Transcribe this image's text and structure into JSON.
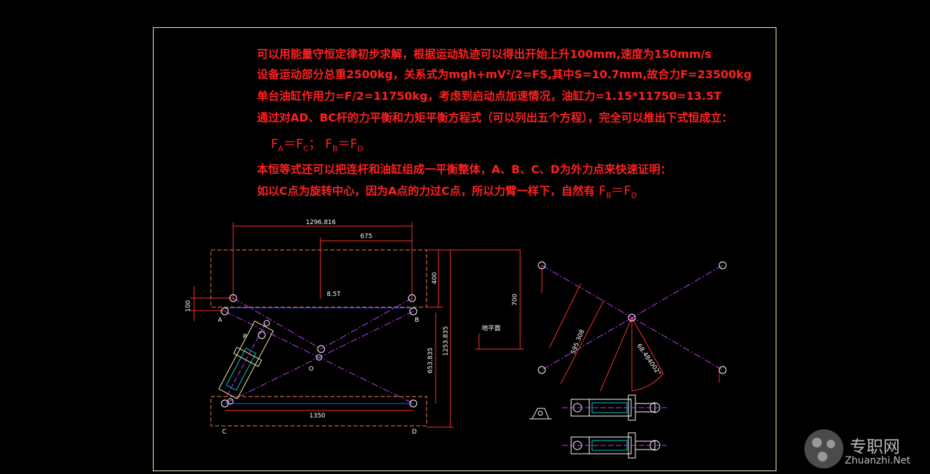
{
  "text_lines": [
    "可以用能量守恒定律初步求解，根据运动轨迹可以得出开始上升100mm,速度为150mm/s",
    "设备运动部分总重2500kg，关系式为mgh+mV²/2=FS,其中S=10.7mm,故合力F=23500kg",
    "单台油缸作用力=F/2=11750kg，考虑到启动点加速情况，油缸力=1.15*11750=13.5T",
    "通过对AD、BC杆的力平衡和力矩平衡方程式（可以列出五个方程），完全可以推出下式恒成立："
  ],
  "equation1": {
    "fa": "F",
    "a": "A",
    "eq1": "＝F",
    "c": "C",
    "sep": "；  F",
    "b": "B",
    "eq2": "＝F",
    "d": "D"
  },
  "text_line5": "本恒等式还可以把连杆和油缸组成一平衡整体，A、B、C、D为外力点来快速证明：",
  "text_line6": "如以C点为旋转中心，因为A点的力过C点，所以力臂一样下，自然有 ",
  "equation2": {
    "fb": "F",
    "b": "B",
    "eq": "＝F",
    "d": "D"
  },
  "drawing": {
    "dims": {
      "d1296": "1296.816",
      "d675": "675",
      "d400": "400",
      "d700": "700",
      "d100": "100",
      "d1253": "1253.835",
      "d653": "653.835",
      "d1350": "1350",
      "d595": "595.308",
      "dang": "68.484002°"
    },
    "labels": {
      "force": "8.5T",
      "A": "A",
      "B": "B",
      "C": "C",
      "D": "D",
      "O": "O",
      "P": "P",
      "ground": "地平面"
    }
  },
  "colors": {
    "text": "#ff2020",
    "frame": "#f4f0b0",
    "magenta": "#c040ff",
    "dim": "#ff3030",
    "blue": "#3050ff",
    "cyan": "#00c8c8",
    "white": "#ffffff"
  },
  "watermark": {
    "text": "专职网",
    "url": "Zhuanzhi.Net"
  }
}
